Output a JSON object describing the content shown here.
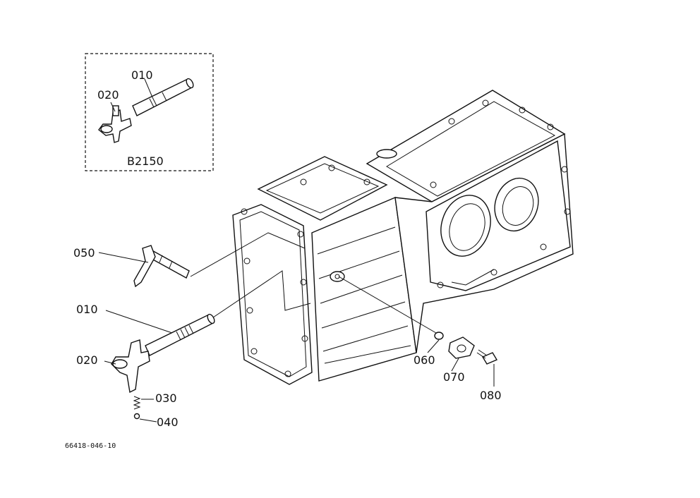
{
  "inset": {
    "model_label": "B2150",
    "part_010": "010",
    "part_020": "020"
  },
  "callouts": {
    "p050": "050",
    "p010": "010",
    "p020": "020",
    "p030": "030",
    "p040": "040",
    "p060": "060",
    "p070": "070",
    "p080": "080"
  },
  "drawing_number": "66418-046-10"
}
